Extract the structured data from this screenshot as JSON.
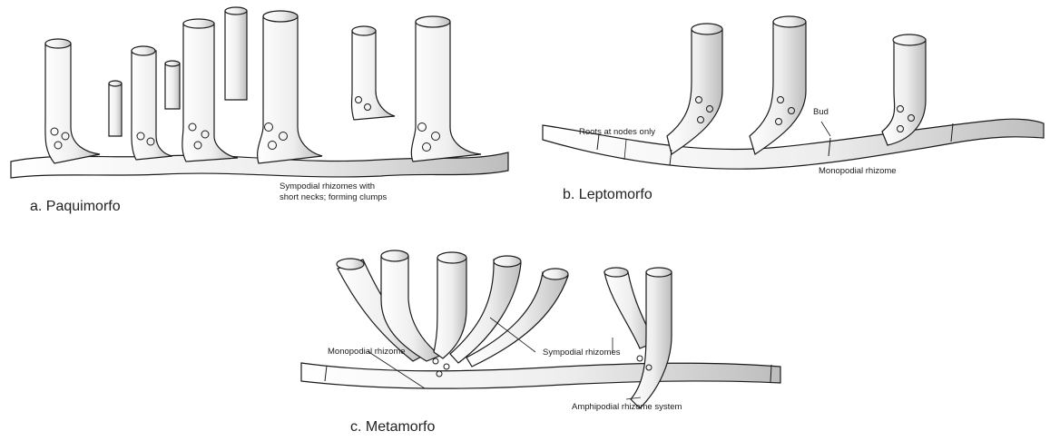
{
  "panels": {
    "a": {
      "caption": "a.  Paquimorfo",
      "note_line1": "Sympodial rhizomes with",
      "note_line2": "short necks; forming clumps"
    },
    "b": {
      "caption": "b.  Leptomorfo",
      "label_roots": "Roots at nodes only",
      "label_bud": "Bud",
      "label_rhizome": "Monopodial rhizome"
    },
    "c": {
      "caption": "c.  Metamorfo",
      "label_monopodial": "Monopodial rhizome",
      "label_sympodial": "Sympodial rhizomes",
      "label_amphipodial": "Amphipodial rhizome system"
    }
  },
  "colors": {
    "ink": "#1a1a1a",
    "fill": "#f3f3f3",
    "shade": "#d9d9d9"
  }
}
